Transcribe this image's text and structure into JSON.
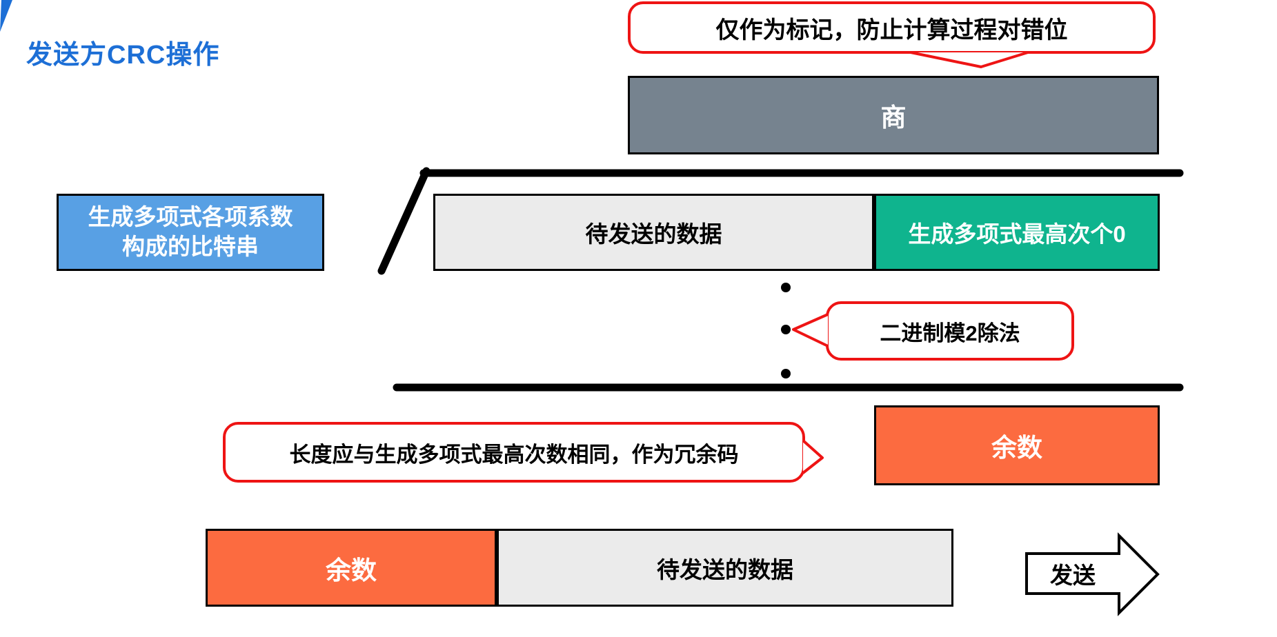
{
  "title": "发送方CRC操作",
  "colors": {
    "title_blue": "#1d6fd6",
    "box_blue": "#58a0e4",
    "box_gray": "#76838f",
    "box_green": "#0fb48e",
    "box_orange": "#fc6b40",
    "box_lightgray": "#ebebeb",
    "accent_red": "#ee1414",
    "line_black": "#000000"
  },
  "callouts": {
    "top": "仅作为标记，防止计算过程对错位",
    "middle": "二进制模2除法",
    "bottom": "长度应与生成多项式最高次数相同，作为冗余码"
  },
  "division": {
    "quotient": "商",
    "divisor_line1": "生成多项式各项系数",
    "divisor_line2": "构成的比特串",
    "dividend_data": "待发送的数据",
    "dividend_zeros": "生成多项式最高次个0",
    "remainder": "余数"
  },
  "result_row": {
    "remainder": "余数",
    "data": "待发送的数据"
  },
  "send": {
    "label": "发送",
    "arrow_icon": "right-block-arrow"
  }
}
